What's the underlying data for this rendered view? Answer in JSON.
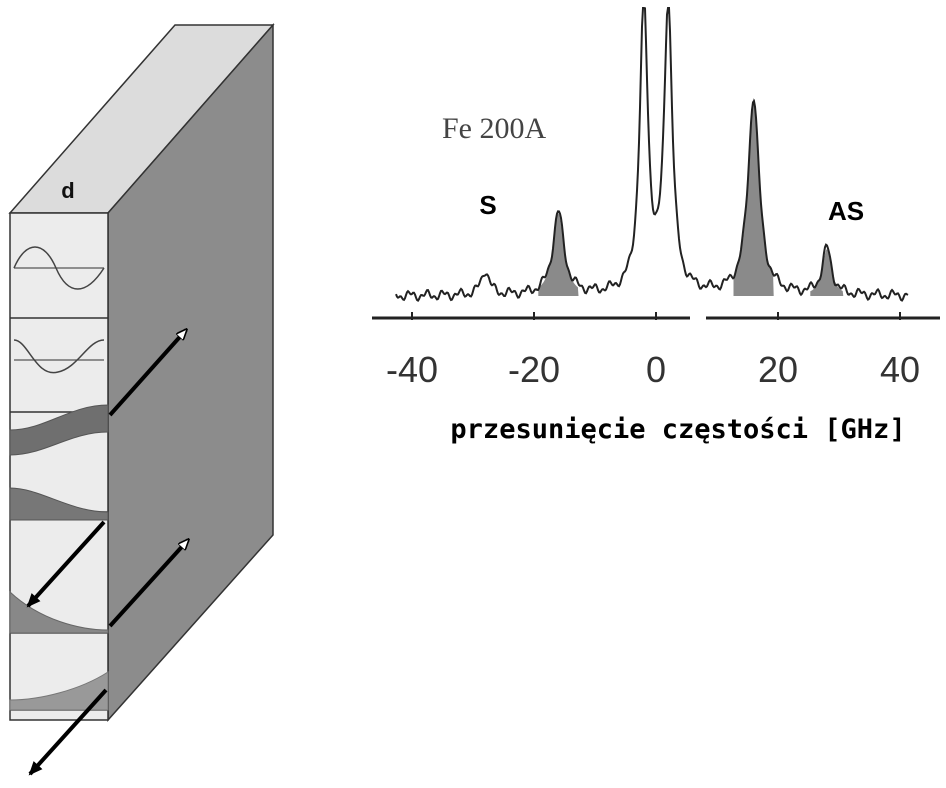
{
  "film": {
    "thickness_label": "d"
  },
  "spectrum": {
    "sample_label": "Fe 200A",
    "stokes_label": "S",
    "antistokes_label": "AS",
    "xlabel": "przesunięcie częstości [GHz]"
  },
  "chart_data": {
    "type": "line",
    "title": "",
    "xlabel": "przesunięcie częstości [GHz]",
    "ylabel": "",
    "xlim": [
      -48,
      48
    ],
    "x_ticks": [
      -40,
      -20,
      0,
      20,
      40
    ],
    "x_tick_labels": [
      "-40",
      "-20",
      "0",
      "20",
      "40"
    ],
    "grid": false,
    "peaks": [
      {
        "label": "",
        "x": -28,
        "height": 0.09,
        "width": 0.8,
        "shaded": false
      },
      {
        "label": "",
        "x": -16,
        "height": 0.3,
        "width": 1.1,
        "shaded": true
      },
      {
        "label": "",
        "x": -2,
        "height": 1.05,
        "width": 0.8,
        "shaded": false
      },
      {
        "label": "",
        "x": 2,
        "height": 1.05,
        "width": 0.8,
        "shaded": false
      },
      {
        "label": "",
        "x": 16,
        "height": 0.72,
        "width": 1.1,
        "shaded": true
      },
      {
        "label": "",
        "x": 28,
        "height": 0.17,
        "width": 0.9,
        "shaded": true
      }
    ],
    "annotations": [
      "Fe 200A",
      "S",
      "AS"
    ]
  }
}
